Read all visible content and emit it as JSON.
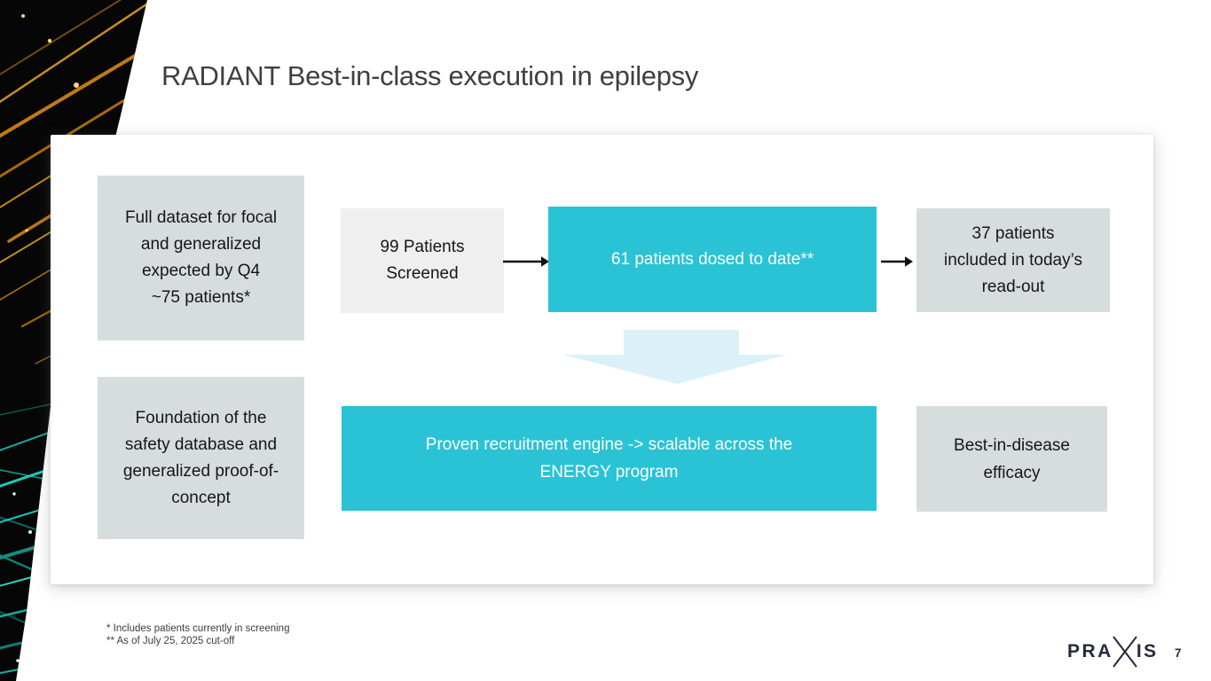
{
  "theme": {
    "accent_teal": "#2ac3d5",
    "box_gray": "#d6dddc",
    "box_light_gray": "#efefef",
    "arrow_light_blue": "#daf1f8",
    "brand_dark": "#262b3b",
    "title_color": "#3f3f3f",
    "band_black": "#060606"
  },
  "slide": {
    "title": "RADIANT Best-in-class execution in epilepsy",
    "page_number": "7",
    "logo": {
      "pre": "PRA",
      "post": "IS"
    },
    "footnotes": [
      "* Includes patients currently in screening",
      "** As of July 25, 2025 cut-off"
    ]
  },
  "diagram": {
    "full_dataset_box": {
      "lines": [
        "Full dataset for focal",
        "and generalized",
        "expected by Q4",
        "~75 patients*"
      ]
    },
    "screened_box": {
      "lines": [
        "99 Patients",
        "Screened"
      ]
    },
    "dosed_box": {
      "lines": [
        "61 patients dosed to date**"
      ]
    },
    "readout_box": {
      "lines": [
        "37 patients",
        "included in today’s",
        "read-out"
      ]
    },
    "foundation_box": {
      "lines": [
        "Foundation of the",
        "safety database and",
        "generalized proof-of-",
        "concept"
      ]
    },
    "recruitment_box": {
      "lines": [
        "Proven recruitment engine -> scalable across the",
        "ENERGY program"
      ]
    },
    "efficacy_box": {
      "lines": [
        "Best-in-disease",
        "efficacy"
      ]
    }
  }
}
